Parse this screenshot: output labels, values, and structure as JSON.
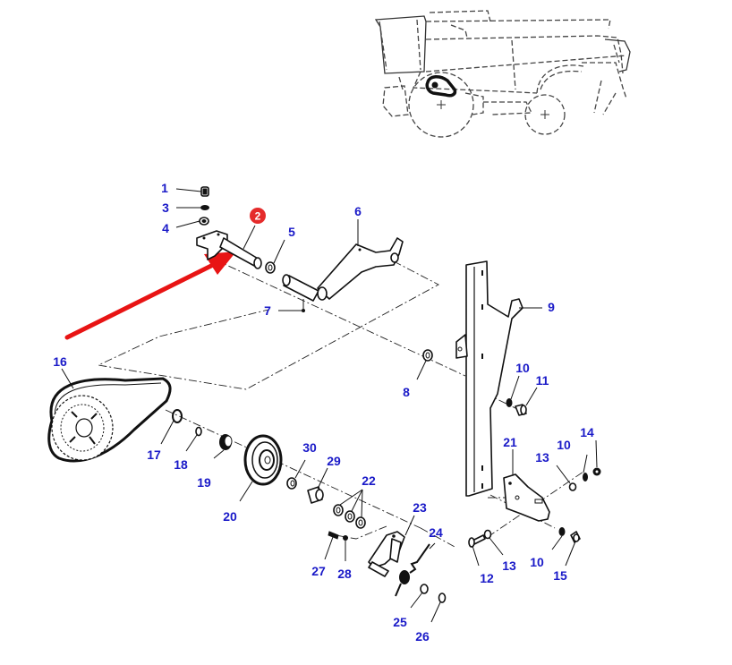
{
  "diagram": {
    "type": "exploded-parts-diagram",
    "subject": "Combine harvester belt drive / idler pulley assembly",
    "label_color": "#1a1ac8",
    "highlight_color": "#e52b2b",
    "arrow_color": "#e81414",
    "highlighted_part": "2",
    "callouts": [
      {
        "id": "c1",
        "text": "1"
      },
      {
        "id": "c2",
        "text": "2"
      },
      {
        "id": "c3",
        "text": "3"
      },
      {
        "id": "c4",
        "text": "4"
      },
      {
        "id": "c5",
        "text": "5"
      },
      {
        "id": "c6",
        "text": "6"
      },
      {
        "id": "c7",
        "text": "7"
      },
      {
        "id": "c8",
        "text": "8"
      },
      {
        "id": "c9",
        "text": "9"
      },
      {
        "id": "c10a",
        "text": "10"
      },
      {
        "id": "c11",
        "text": "11"
      },
      {
        "id": "c10b",
        "text": "10"
      },
      {
        "id": "c14",
        "text": "14"
      },
      {
        "id": "c13a",
        "text": "13"
      },
      {
        "id": "c21",
        "text": "21"
      },
      {
        "id": "c16",
        "text": "16"
      },
      {
        "id": "c17",
        "text": "17"
      },
      {
        "id": "c18",
        "text": "18"
      },
      {
        "id": "c19",
        "text": "19"
      },
      {
        "id": "c20",
        "text": "20"
      },
      {
        "id": "c30",
        "text": "30"
      },
      {
        "id": "c29",
        "text": "29"
      },
      {
        "id": "c22",
        "text": "22"
      },
      {
        "id": "c23",
        "text": "23"
      },
      {
        "id": "c24",
        "text": "24"
      },
      {
        "id": "c27",
        "text": "27"
      },
      {
        "id": "c28",
        "text": "28"
      },
      {
        "id": "c25",
        "text": "25"
      },
      {
        "id": "c26",
        "text": "26"
      },
      {
        "id": "c12",
        "text": "12"
      },
      {
        "id": "c13b",
        "text": "13"
      },
      {
        "id": "c10c",
        "text": "10"
      },
      {
        "id": "c15",
        "text": "15"
      }
    ]
  }
}
